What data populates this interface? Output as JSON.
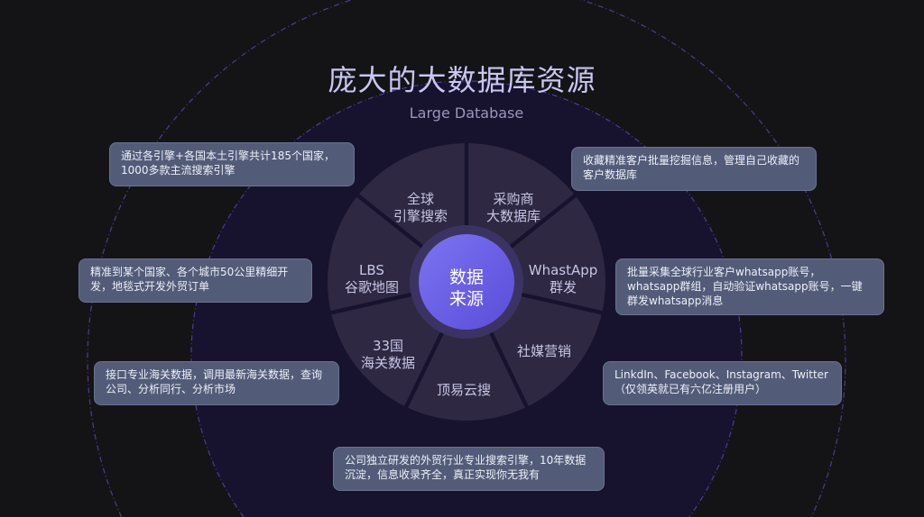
{
  "header": {
    "title": "庞大的大数据库资源",
    "subtitle": "Large Database"
  },
  "center": {
    "line1": "数据",
    "line2": "来源"
  },
  "segments": [
    {
      "line1": "全球",
      "line2": "引擎搜索"
    },
    {
      "line1": "采购商",
      "line2": "大数据库"
    },
    {
      "line1": "WhastApp",
      "line2": "群发"
    },
    {
      "line1": "社媒营销",
      "line2": ""
    },
    {
      "line1": "顶易云搜",
      "line2": ""
    },
    {
      "line1": "33国",
      "line2": "海关数据"
    },
    {
      "line1": "LBS",
      "line2": "谷歌地图"
    }
  ],
  "cards": {
    "engine": "通过各引擎+各国本土引擎共计185个国家，1000多款主流搜索引擎",
    "buyers": "收藏精准客户批量挖掘信息，管理自己收藏的客户数据库",
    "lbs": "精准到某个国家、各个城市50公里精细开发，地毯式开发外贸订单",
    "whatsapp": "批量采集全球行业客户whatsapp账号，whatsapp群组，自动验证whatsapp账号，一键群发whatsapp消息",
    "customs": "接口专业海关数据，调用最新海关数据，查询公司、分析同行、分析市场",
    "social": "LinkdIn、Facebook、Instagram、Twitter（仅领英就已有六亿注册用户）",
    "dingyi": "公司独立研发的外贸行业专业搜索引擎，10年数据沉淀，信息收录齐全，真正实现你无我有"
  },
  "colors": {
    "background": "#141417",
    "big_circle": "#17122e",
    "segment": "#2e2842",
    "center": "#6a5ee6",
    "card": "#525c78"
  }
}
